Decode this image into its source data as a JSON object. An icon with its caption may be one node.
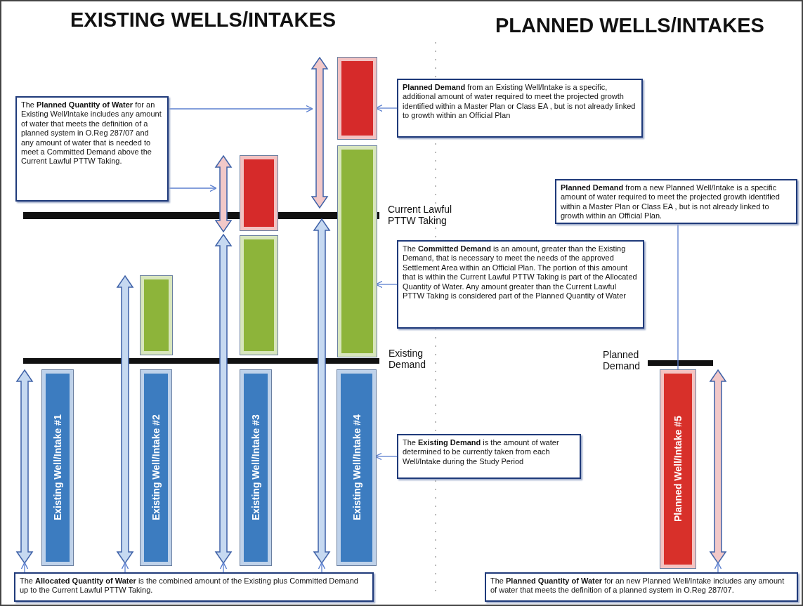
{
  "diagram": {
    "nodes": [
      {
        "text": [
          "The **Planned Quantity of Water** for an Existing Well/Intake includes any amount of water that meets the definition of a planned system in O.Reg 287/07 and any amount of water that is needed to meet a Committed Demand above the Current Lawful PTTW Taking."
        ]
      },
      {
        "text": [
          "**Planned Demand** from an Existing Well/Intake is a specific, additional amount of water required to meet the projected growth identified within a Master Plan or Class EA , but is not already linked to growth within an Official Plan"
        ]
      },
      {
        "text": [
          "**Planned Demand** from a new Planned Well/Intake is a specific amount of water required to meet the projected growth identified within a Master Plan or Class EA , but is not already linked to growth within an Official Plan."
        ]
      },
      {
        "text": [
          "The **Committed Demand** is an amount, greater than the Existing Demand, that is necessary to meet the needs of the approved Settlement Area within an Official Plan. The portion of this amount that is within the Current Lawful PTTW Taking is part of the Allocated Quantity of Water. Any amount greater than the Current Lawful PTTW Taking is considered part of the Planned Quantity of Water"
        ]
      },
      {
        "text": [
          "The **Existing Demand** is the amount of water determined to be currently taken from each Well/Intake during the Study Period"
        ]
      },
      {
        "text": [
          "The **Allocated Quantity of Water** is the combined amount of the Existing plus Committed Demand up to the Current Lawful PTTW Taking."
        ]
      },
      {
        "text": [
          "The **Planned Quantity of Water** for an new Planned Well/Intake includes any amount of water that meets the definition of a planned system in O.Reg 287/07."
        ]
      },
      {
        "text": [
          "Existing Well/Intake #1"
        ]
      },
      {
        "text": [
          "Existing Well/Intake #2"
        ]
      },
      {
        "text": [
          "Existing Well/Intake #3"
        ]
      },
      {
        "text": [
          "Existing Well/Intake #4"
        ]
      },
      {
        "text": [
          "Planned Well/Intake #5"
        ]
      },
      {
        "text": [],
        "shape": "bar"
      },
      {
        "text": [],
        "shape": "bar"
      },
      {
        "text": [],
        "shape": "bar"
      },
      {
        "text": [],
        "shape": "bar"
      },
      {
        "text": [],
        "shape": "bar"
      },
      {
        "text": [],
        "shape": "arrow"
      },
      {
        "text": [],
        "shape": "arrow"
      },
      {
        "text": [],
        "shape": "arrow"
      },
      {
        "text": [],
        "shape": "arrow"
      },
      {
        "text": [],
        "shape": "arrow"
      },
      {
        "text": [],
        "shape": "arrow"
      },
      {
        "text": [],
        "shape": "arrow"
      }
    ],
    "edges": [
      {
        "from": 0,
        "to": 21,
        "arrow": "to"
      },
      {
        "from": 0,
        "to": 19,
        "arrow": "to"
      },
      {
        "from": 1,
        "to": 15,
        "arrow": "to"
      },
      {
        "from": 3,
        "to": 16,
        "arrow": "to"
      },
      {
        "from": 4,
        "to": 10,
        "arrow": "to"
      },
      {
        "from": 5,
        "to": 17,
        "arrow": "to"
      },
      {
        "from": 5,
        "to": 18,
        "arrow": "to"
      },
      {
        "from": 5,
        "to": 20,
        "arrow": "to"
      },
      {
        "from": 5,
        "to": 22,
        "arrow": "to"
      },
      {
        "from": 2,
        "to": 11,
        "arrow": "none"
      },
      {
        "from": 6,
        "to": 23,
        "arrow": "to"
      }
    ],
    "labels": [
      "EXISTING WELLS/INTAKES",
      "PLANNED WELLS/INTAKES",
      "Current Lawful PTTW Taking",
      "Existing Demand",
      "Planned Demand"
    ]
  }
}
